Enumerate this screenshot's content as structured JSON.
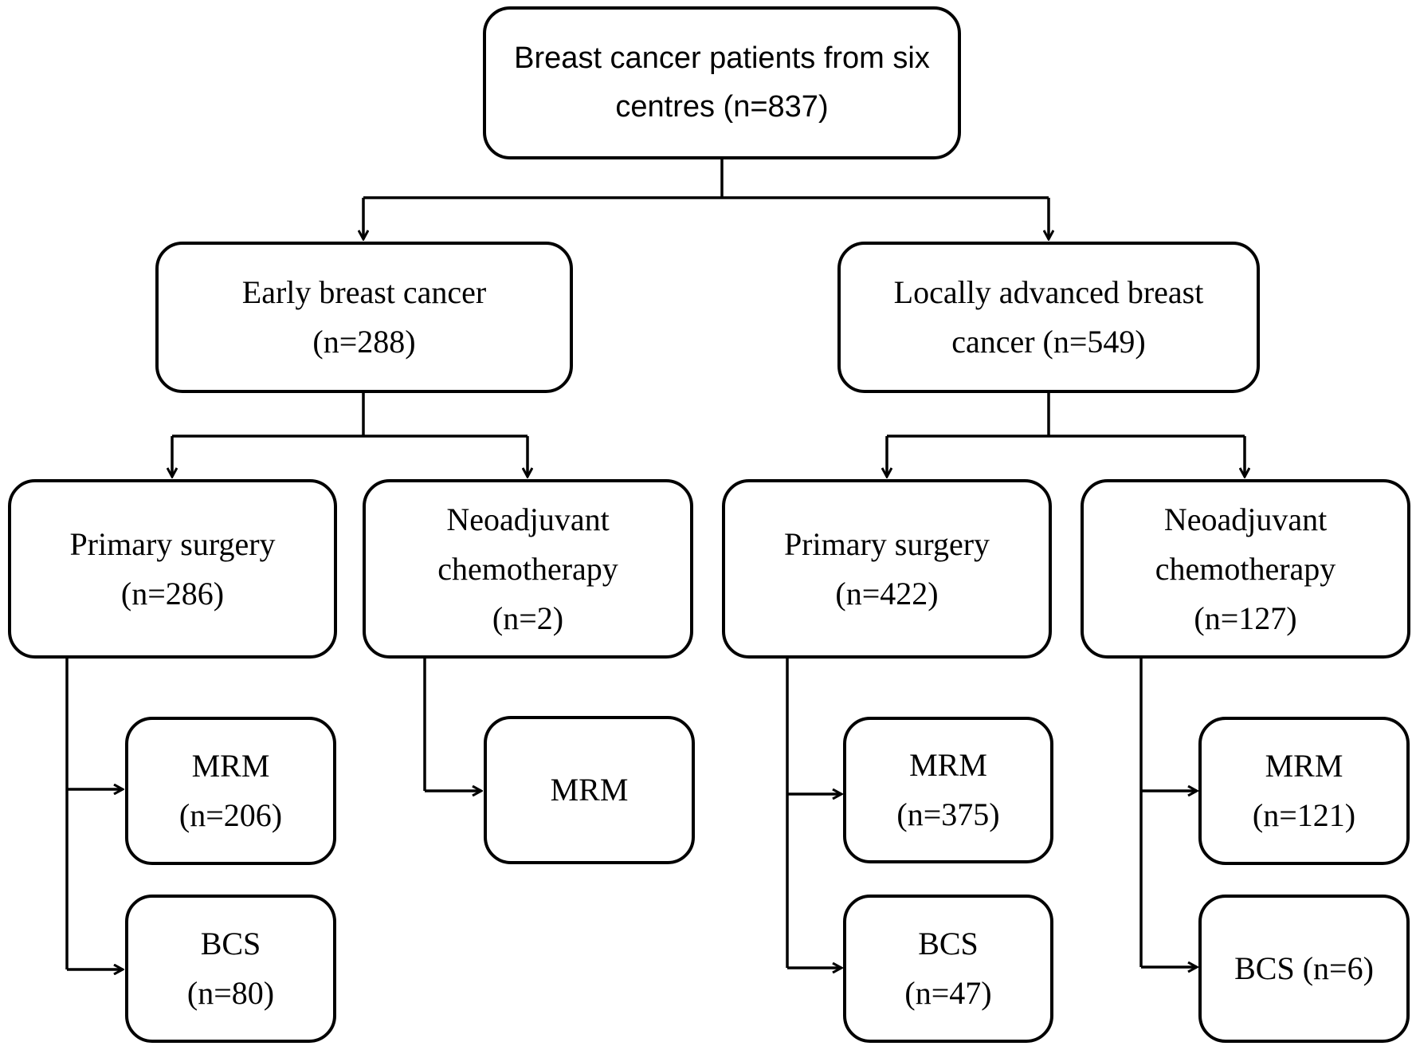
{
  "nodes": {
    "root": {
      "line1": "Breast cancer patients from six",
      "line2": "centres (n=837)"
    },
    "early": {
      "line1": "Early breast cancer",
      "line2": "(n=288)"
    },
    "lab": {
      "line1": "Locally advanced breast",
      "line2": "cancer (n=549)"
    },
    "early_surgery": {
      "line1": "Primary surgery",
      "line2": "(n=286)"
    },
    "early_neo": {
      "line1": "Neoadjuvant",
      "line2": "chemotherapy",
      "line3": "(n=2)"
    },
    "lab_surgery": {
      "line1": "Primary surgery",
      "line2": "(n=422)"
    },
    "lab_neo": {
      "line1": "Neoadjuvant",
      "line2": "chemotherapy",
      "line3": "(n=127)"
    },
    "early_surgery_mrm": {
      "line1": "MRM",
      "line2": "(n=206)"
    },
    "early_surgery_bcs": {
      "line1": "BCS",
      "line2": "(n=80)"
    },
    "early_neo_mrm": {
      "line1": "MRM"
    },
    "lab_surgery_mrm": {
      "line1": "MRM",
      "line2": "(n=375)"
    },
    "lab_surgery_bcs": {
      "line1": "BCS",
      "line2": "(n=47)"
    },
    "lab_neo_mrm": {
      "line1": "MRM",
      "line2": "(n=121)"
    },
    "lab_neo_bcs": {
      "line1": "BCS (n=6)"
    }
  },
  "edges": [
    [
      "root",
      "early"
    ],
    [
      "root",
      "lab"
    ],
    [
      "early",
      "early_surgery"
    ],
    [
      "early",
      "early_neo"
    ],
    [
      "lab",
      "lab_surgery"
    ],
    [
      "lab",
      "lab_neo"
    ],
    [
      "early_surgery",
      "early_surgery_mrm"
    ],
    [
      "early_surgery",
      "early_surgery_bcs"
    ],
    [
      "early_neo",
      "early_neo_mrm"
    ],
    [
      "lab_surgery",
      "lab_surgery_mrm"
    ],
    [
      "lab_surgery",
      "lab_surgery_bcs"
    ],
    [
      "lab_neo",
      "lab_neo_mrm"
    ],
    [
      "lab_neo",
      "lab_neo_bcs"
    ]
  ]
}
